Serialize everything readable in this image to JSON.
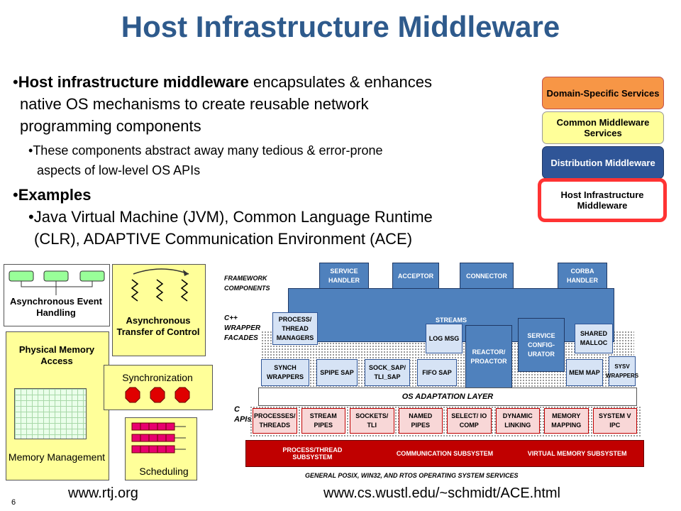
{
  "title": "Host Infrastructure Middleware",
  "bullets": {
    "b1_bold": "Host infrastructure middleware",
    "b1_rest_line1": " encapsulates & enhances",
    "b1_line2": "native OS mechanisms to create reusable network",
    "b1_line3": "programming components",
    "b1_sub_line1": "These components abstract away many tedious & error-prone",
    "b1_sub_line2": "aspects of low-level OS APIs",
    "b2_title": "Examples",
    "b2_sub_line1": "Java Virtual Machine (JVM), Common Language Runtime",
    "b2_sub_line2": "(CLR), ADAPTIVE Communication Environment (ACE)"
  },
  "layers": {
    "domain": "Domain-Specific Services",
    "common": "Common Middleware Services",
    "distribution": "Distribution Middleware",
    "host": "Host Infrastructure Middleware"
  },
  "rtj": {
    "async_event": "Asynchronous Event Handling",
    "async_transfer": "Asynchronous Transfer of Control",
    "physical_memory": "Physical Memory Access",
    "synchronization": "Synchronization",
    "memory_management": "Memory Management",
    "scheduling": "Scheduling"
  },
  "ace": {
    "framework_label_1": "FRAMEWORK",
    "framework_label_2": "COMPONENTS",
    "cpp_label_1": "C++",
    "cpp_label_2": "WRAPPER",
    "cpp_label_3": "FACADES",
    "c_label_1": "C",
    "c_label_2": "APIs",
    "service_handler": "SERVICE HANDLER",
    "acceptor": "ACCEPTOR",
    "connector": "CONNECTOR",
    "corba_handler": "CORBA HANDLER",
    "streams": "STREAMS",
    "process_thread_managers": "PROCESS/ THREAD MANAGERS",
    "log_msg": "LOG MSG",
    "service_configurator": "SERVICE CONFIG- URATOR",
    "shared_malloc": "SHARED MALLOC",
    "reactor_proactor": "REACTOR/ PROACTOR",
    "synch_wrappers": "SYNCH WRAPPERS",
    "spipe_sap": "SPIPE SAP",
    "sock_sap": "SOCK_SAP/ TLI_SAP",
    "fifo_sap": "FIFO SAP",
    "mem_map": "MEM MAP",
    "sysv_wrappers": "SYSV WRAPPERS",
    "os_adaptation": "OS ADAPTATION LAYER",
    "processes_threads": "PROCESSES/ THREADS",
    "stream_pipes": "STREAM PIPES",
    "sockets_tli": "SOCKETS/ TLI",
    "named_pipes": "NAMED PIPES",
    "select_io": "SELECT/ IO COMP",
    "dynamic_linking": "DYNAMIC LINKING",
    "memory_mapping": "MEMORY MAPPING",
    "system_v_ipc": "SYSTEM V IPC",
    "process_thread_subsystem": "PROCESS/THREAD SUBSYSTEM",
    "communication_subsystem": "COMMUNICATION SUBSYSTEM",
    "virtual_memory_subsystem": "VIRTUAL MEMORY SUBSYSTEM",
    "os_services": "GENERAL POSIX, WIN32, AND RTOS OPERATING SYSTEM SERVICES"
  },
  "urls": {
    "rtj": "www.rtj.org",
    "ace": "www.cs.wustl.edu/~schmidt/ACE.html"
  },
  "page_number": "6",
  "colors": {
    "title": "#2e5a8c",
    "orange": "#f79646",
    "blue": "#2f5597",
    "ace_blue": "#4f81bd",
    "ace_red": "#c00000",
    "highlight": "#ff3333",
    "yellow": "#ffff99"
  }
}
